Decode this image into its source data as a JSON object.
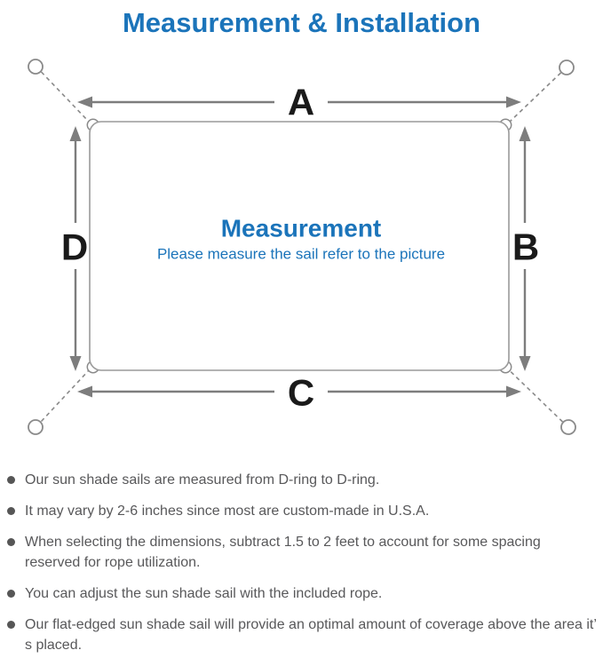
{
  "title": "Measurement & Installation",
  "colors": {
    "accent_blue": "#1b74ba",
    "label_black": "#1a1a1a",
    "line_gray": "#9a9a9a",
    "arrow_gray": "#7d7d7d",
    "note_text_gray": "#58585a",
    "bullet_dot_gray": "#565656"
  },
  "diagram": {
    "labels": {
      "top": "A",
      "right": "B",
      "bottom": "C",
      "left": "D"
    },
    "center_title": "Measurement",
    "center_subtitle": "Please measure the sail refer to the picture"
  },
  "notes": [
    "Our sun shade sails are measured from D-ring to D-ring.",
    "It may vary by 2-6 inches since most are custom-made in U.S.A.",
    "When selecting the dimensions, subtract 1.5 to 2 feet to account for some spacing reserved for rope utilization.",
    "You can adjust the sun shade sail with the included rope.",
    "Our flat-edged sun shade sail will provide an optimal amount of coverage above the area it’ s placed."
  ]
}
